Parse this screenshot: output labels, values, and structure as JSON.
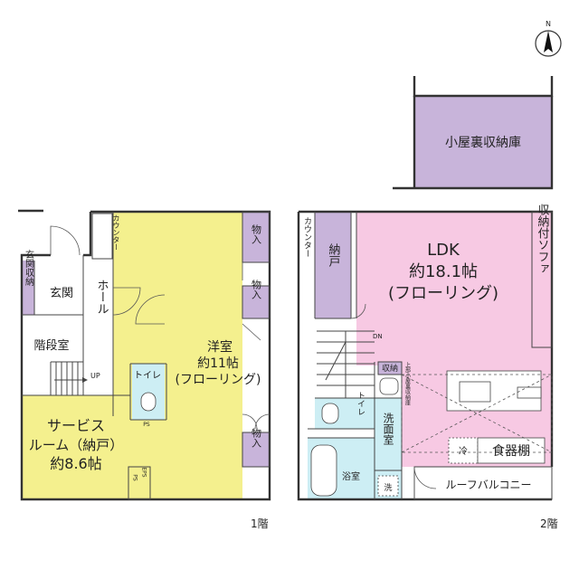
{
  "compass": {
    "label": "N"
  },
  "colors": {
    "yellow": "#f4f08e",
    "pink": "#f7c9e3",
    "purple": "#c8b4da",
    "cyan": "#cdeef4",
    "white": "#ffffff",
    "wall": "#333333"
  },
  "floor1": {
    "caption": "1階",
    "rooms": {
      "counter": "カウンター",
      "storage_top": "物入",
      "storage_mid": "物入",
      "storage_bottom": "物入",
      "western_name": "洋室",
      "western_size": "約11帖",
      "western_floor": "(フローリング)",
      "entrance_storage": "玄関収納",
      "entrance": "玄関",
      "hall": "ホール",
      "stair_room": "階段室",
      "up": "UP",
      "toilet": "トイレ",
      "ps": "PS",
      "ps2": "PS",
      "eps": "EPS",
      "service_room_1": "サービス",
      "service_room_2": "ルーム（納戸）",
      "service_room_size": "約8.6帖"
    }
  },
  "floor2": {
    "caption": "2階",
    "rooms": {
      "attic": "小屋裏収納庫",
      "counter": "カウンター",
      "closet": "納戸",
      "ldk_name": "LDK",
      "ldk_size": "約18.1帖",
      "ldk_floor": "(フローリング)",
      "sofa_storage": "収納付ソファ",
      "dn": "DN",
      "storage": "収納",
      "attic_storage_vertical": "上部小屋裏収納庫",
      "toilet": "トイレ",
      "washroom": "洗面室",
      "fridge": "冷",
      "pantry": "食器棚",
      "bathroom": "浴室",
      "washer": "洗",
      "roof_balcony": "ルーフバルコニー"
    }
  }
}
